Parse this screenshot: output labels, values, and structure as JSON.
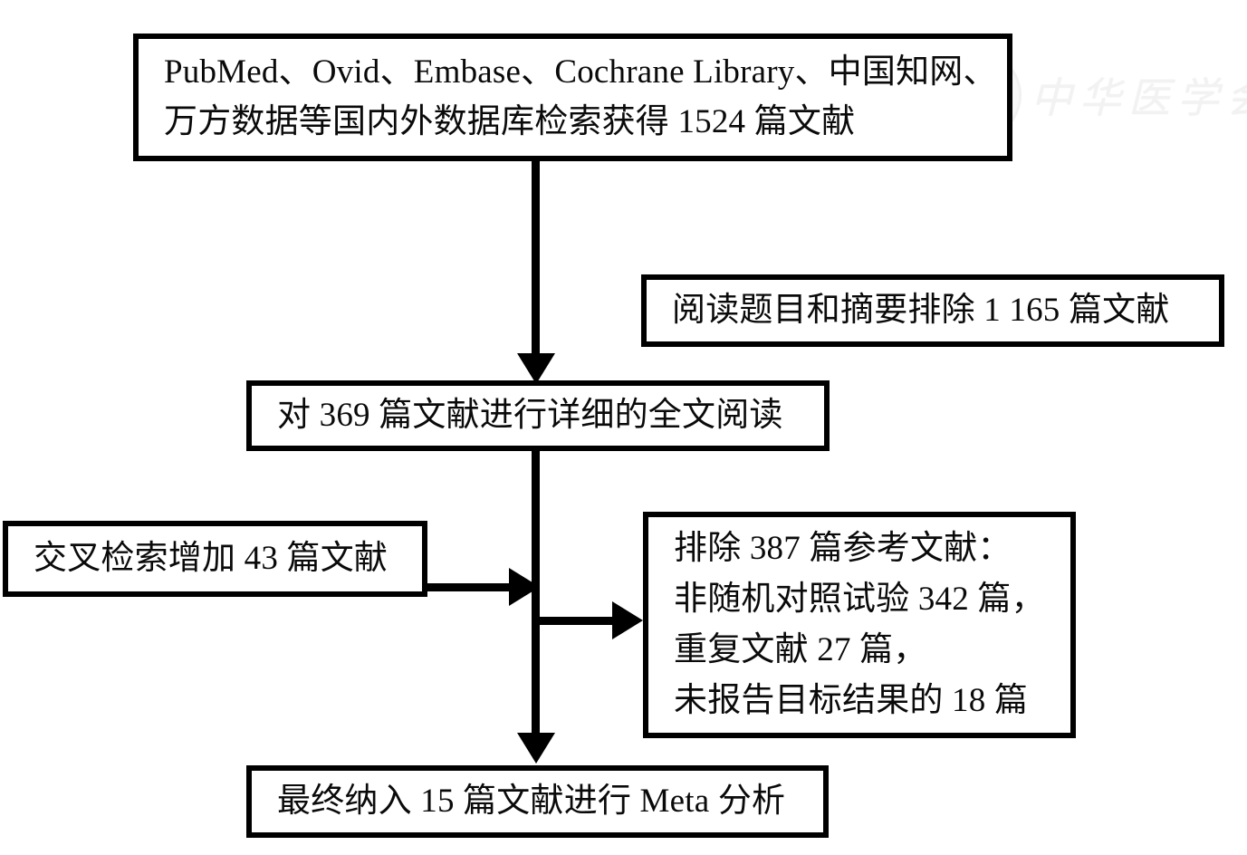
{
  "figure": {
    "type": "flowchart",
    "orientation": "top-to-bottom",
    "background_color": "#ffffff",
    "line_color": "#000000"
  },
  "boxes": {
    "sources": {
      "name": "database-search-results",
      "lines": [
        "PubMed、Ovid、Embase、Cochrane Library、中国知网、",
        "万方数据等国内外数据库检索获得 1524 篇文献"
      ],
      "count": 1524
    },
    "title_abstract_excluded": {
      "name": "title-abstract-exclusion",
      "lines": [
        "阅读题目和摘要排除 1 165 篇文献"
      ],
      "count": 1165
    },
    "fulltext_read": {
      "name": "full-text-review",
      "lines": [
        "对 369 篇文献进行详细的全文阅读"
      ],
      "count": 369
    },
    "cross_search": {
      "name": "cross-reference-search",
      "lines": [
        "交叉检索增加 43 篇文献"
      ],
      "count": 43
    },
    "excluded_detail": {
      "name": "exclusion-reasons",
      "lines": [
        "排除 387 篇参考文献：",
        "非随机对照试验 342 篇，",
        "重复文献 27 篇，",
        "未报告目标结果的 18 篇"
      ],
      "total_excluded": 387,
      "reasons": [
        {
          "label": "非随机对照试验",
          "count": 342
        },
        {
          "label": "重复文献",
          "count": 27
        },
        {
          "label": "未报告目标结果的",
          "count": 18
        }
      ]
    },
    "final_meta": {
      "name": "final-included-studies",
      "lines": [
        "最终纳入 15 篇文献进行 Meta 分析"
      ],
      "count": 15
    }
  },
  "connectors": [
    {
      "name": "sources-to-fulltext",
      "from": "sources",
      "to": "fulltext_read",
      "direction": "down"
    },
    {
      "name": "fulltext-to-final",
      "from": "fulltext_read",
      "to": "final_meta",
      "direction": "down"
    },
    {
      "name": "cross-to-stem",
      "from": "cross_search",
      "to": "fulltext_read",
      "direction": "right"
    },
    {
      "name": "stem-to-excluded",
      "from": "fulltext_read",
      "to": "excluded_detail",
      "direction": "right"
    }
  ],
  "watermark": {
    "text": "中华医学会",
    "seal_label": "seal-logo",
    "color": "#f2f2f2"
  }
}
